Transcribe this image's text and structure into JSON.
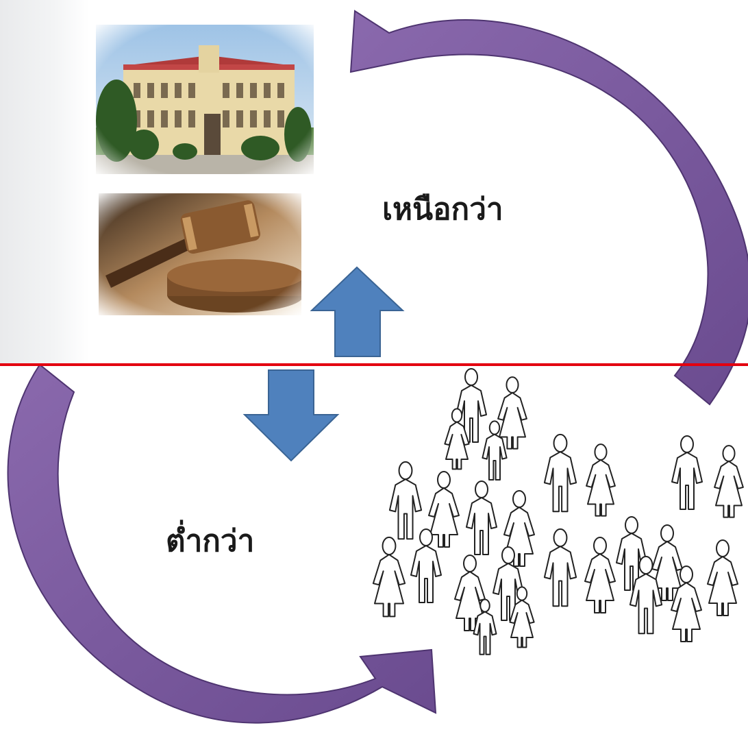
{
  "labels": {
    "upper": "เหนือกว่า",
    "lower": "ต่ำกว่า"
  },
  "colors": {
    "cycle_arrow": "#7b5a9e",
    "cycle_arrow_dark": "#5a3e7a",
    "block_arrow": "#4f81bd",
    "block_arrow_border": "#3a6494",
    "divider_line": "#e3000f",
    "figure_outline": "#222222"
  },
  "images": {
    "government_building": "government-house-photo",
    "judge_gavel": "gavel-photo",
    "people": "crowd-of-people-outline"
  }
}
